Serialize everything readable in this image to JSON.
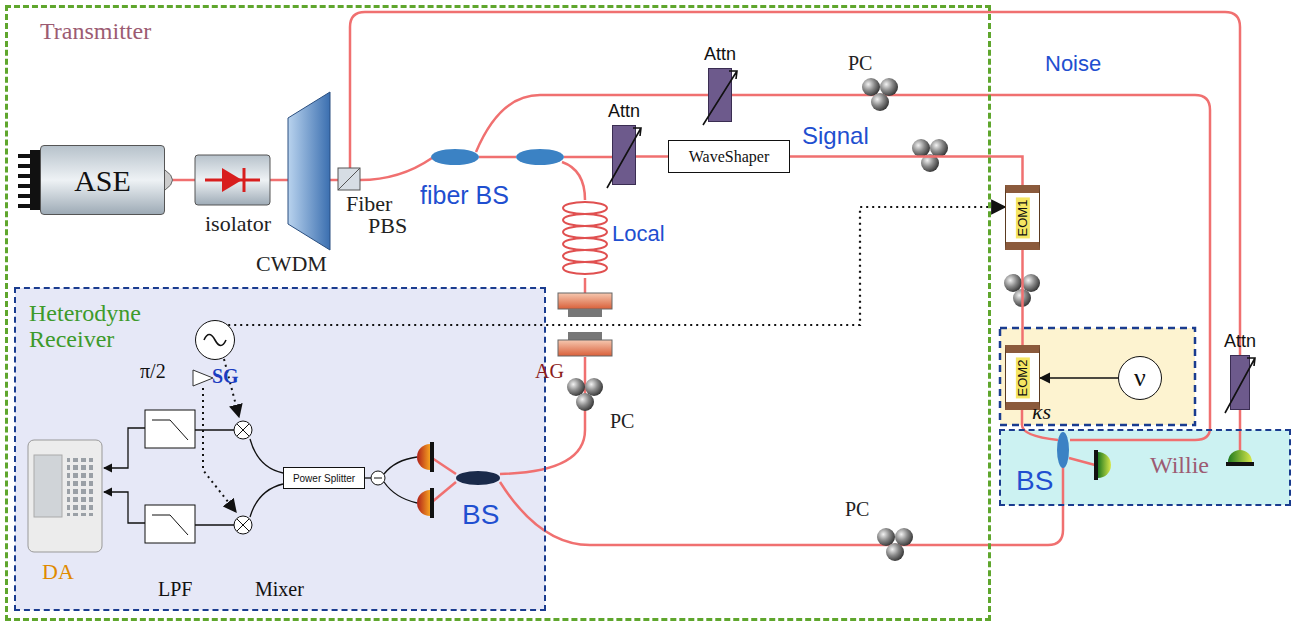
{
  "diagram": {
    "nodes": [
      {
        "text": [
          "Transmitter"
        ]
      },
      {
        "text": [
          "Heterodyne Receiver"
        ],
        "in": 0
      },
      {
        "text": [
          "ASE"
        ],
        "in": 0
      },
      {
        "text": [
          "Attn"
        ],
        "in": 0
      },
      {
        "text": [
          "Attn"
        ],
        "in": 0
      },
      {
        "text": [
          "WaveShaper"
        ],
        "in": 0
      },
      {
        "text": [
          "Power Splitter"
        ],
        "in": 1
      },
      {
        "text": [
          "SG"
        ],
        "in": 1
      },
      {
        "text": [
          "EOM1"
        ]
      },
      {
        "text": [
          "EOM2"
        ]
      },
      {
        "text": [
          "ν"
        ]
      },
      {
        "text": [
          "Willie"
        ]
      },
      {
        "text": [
          "Attn"
        ]
      }
    ],
    "edges": [
      {
        "from": 4,
        "to": 5,
        "arrow": "none"
      },
      {
        "from": 5,
        "to": 8,
        "label": "Signal",
        "arrow": "none"
      },
      {
        "from": 8,
        "to": 9,
        "arrow": "none"
      },
      {
        "from": 7,
        "to": 8,
        "arrow": "to"
      },
      {
        "from": 10,
        "to": 9,
        "arrow": "to"
      }
    ],
    "labels": [
      "isolator",
      "CWDM",
      "Fiber",
      "PBS",
      "fiber BS",
      "Local",
      "PC",
      "Noise",
      "AG",
      "PC",
      "PC",
      "κs",
      "BS",
      "π/2",
      "Mixer",
      "LPF",
      "DA",
      "BS"
    ]
  }
}
